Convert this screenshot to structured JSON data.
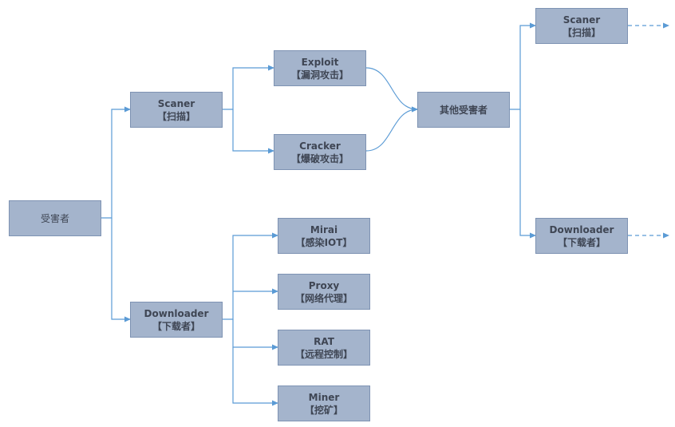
{
  "nodes": {
    "victim": {
      "line1": "受害者",
      "line2": ""
    },
    "scanner": {
      "line1": "Scaner",
      "line2": "【扫描】"
    },
    "downloader": {
      "line1": "Downloader",
      "line2": "【下载者】"
    },
    "exploit": {
      "line1": "Exploit",
      "line2": "【漏洞攻击】"
    },
    "cracker": {
      "line1": "Cracker",
      "line2": "【爆破攻击】"
    },
    "other_victims": {
      "line1": "其他受害者",
      "line2": ""
    },
    "mirai": {
      "line1": "Mirai",
      "line2": "【感染IOT】"
    },
    "proxy": {
      "line1": "Proxy",
      "line2": "【网络代理】"
    },
    "rat": {
      "line1": "RAT",
      "line2": "【远程控制】"
    },
    "miner": {
      "line1": "Miner",
      "line2": "【挖矿】"
    },
    "scanner_2": {
      "line1": "Scaner",
      "line2": "【扫描】"
    },
    "downloader_2": {
      "line1": "Downloader",
      "line2": "【下载者】"
    }
  },
  "colors": {
    "node_fill": "#a4b4cc",
    "node_border": "#7e93b3",
    "node_text": "#3f4654",
    "connector": "#5b9bd5"
  }
}
